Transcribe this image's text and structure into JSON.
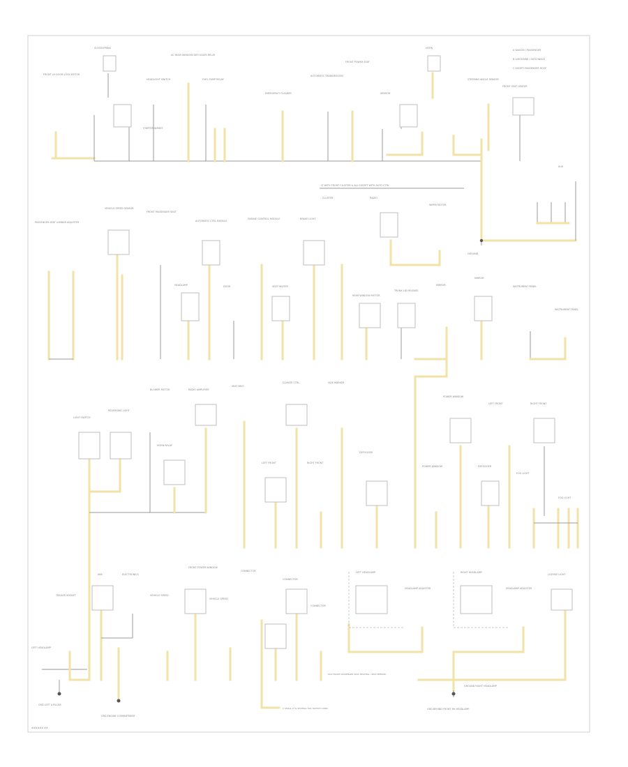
{
  "diagram": {
    "legend": [
      {
        "text": "A  WAGON / PASSENGER",
        "color": "#9a9a9a"
      },
      {
        "text": "B  LIMOUSINE / HATCHBACK",
        "color": "#9a9a9a"
      },
      {
        "text": "C  EXCEPT PASSENGER ROOF",
        "color": "#9a9a9a"
      }
    ],
    "footer_code": "###### ##",
    "divider_label": "LT WITH FRONT CLUSTER & ALL EXCEPT WITH AUTO CTRL",
    "bottom_note_1": "C  SMALL LT & SEVERAL TAIL SWITCH CONN",
    "bottom_note_2": "W/O FRONT PASSENGER SEAT HEATING / SEAT MEMORY"
  },
  "labels": {
    "top_1": "FRONT LH DOOR LOCK MOTOR",
    "top_2": "CLOCKSPRING",
    "top_3": "HEADLIGHT SWITCH",
    "top_4": "AC REAR WINDOW DEFOGGER RELAY",
    "top_5": "FUEL PUMP RELAY",
    "top_6": "STARTER INHIBIT",
    "top_7": "EMERGENCY FLASHER",
    "top_8": "AUTOMATIC TRANSMISSION",
    "top_9": "FRONT POWER SEAT",
    "top_10": "SENSOR",
    "top_11": "STEERING ANGLE SENSOR",
    "top_12": "HORN",
    "top_13": "FRONT SEAT HEATER",
    "top_14": "AUX",
    "mid_1": "PASSENGER SEAT LUMBAR ADJUSTER",
    "mid_2": "VEHICLE SPEED SENSOR",
    "mid_3": "FRONT PASSENGER SEAT",
    "mid_4": "AUTOMATIC CTRL MODULE",
    "mid_5": "ENGINE CONTROL MODULE",
    "mid_6": "BRAKE LIGHT",
    "mid_7": "CLUSTER",
    "mid_8": "RADIO",
    "mid_9": "WIPER MOTOR",
    "mid_10": "HEADLAMP",
    "mid_11": "DOOR",
    "mid_12": "SEAT HEATER",
    "mid_13": "REAR WINDOW MOTOR",
    "mid_14": "TRUNK LID RELEASE",
    "mid_15": "MIRROR",
    "mid_16": "INSTRUMENT PANEL",
    "mid_17": "GROUND",
    "low_1": "LIGHT SWITCH",
    "low_2": "REVERSING LIGHT",
    "low_3": "BLOWER MOTOR",
    "low_4": "RADIO AMPLIFIER",
    "low_5": "SEAT BELT",
    "low_6": "CLIMATE CTRL",
    "low_7": "SIDE MARKER",
    "low_8": "HORN RELAY",
    "low_9": "LEFT FRONT",
    "low_10": "RIGHT FRONT",
    "low_11": "DEFOGGER",
    "low_12": "POWER WINDOW",
    "low_13": "FOG LIGHT",
    "bot_1": "TRAILER SOCKET",
    "bot_2": "ABS",
    "bot_3": "ELECTRONICS",
    "bot_4": "FRONT POWER WINDOW",
    "bot_5": "VEHICLE SPEED",
    "bot_6": "CONNECTOR",
    "bot_7": "LEFT HEADLAMP",
    "bot_8": "RIGHT HEADLAMP",
    "bot_9": "HEADLAMP ADJUSTER",
    "bot_10": "LICENSE LIGHT",
    "bot_11": "GROUND RIGHT HEADLAMP",
    "bot_12": "LEFT HEADLAMP",
    "bot_13": "GRD ENGINE COMPARTMENT",
    "bot_14": "GRD LEFT A PILLAR",
    "bot_15": "GRD BEHIND FRONT RH HEADLAMP"
  }
}
